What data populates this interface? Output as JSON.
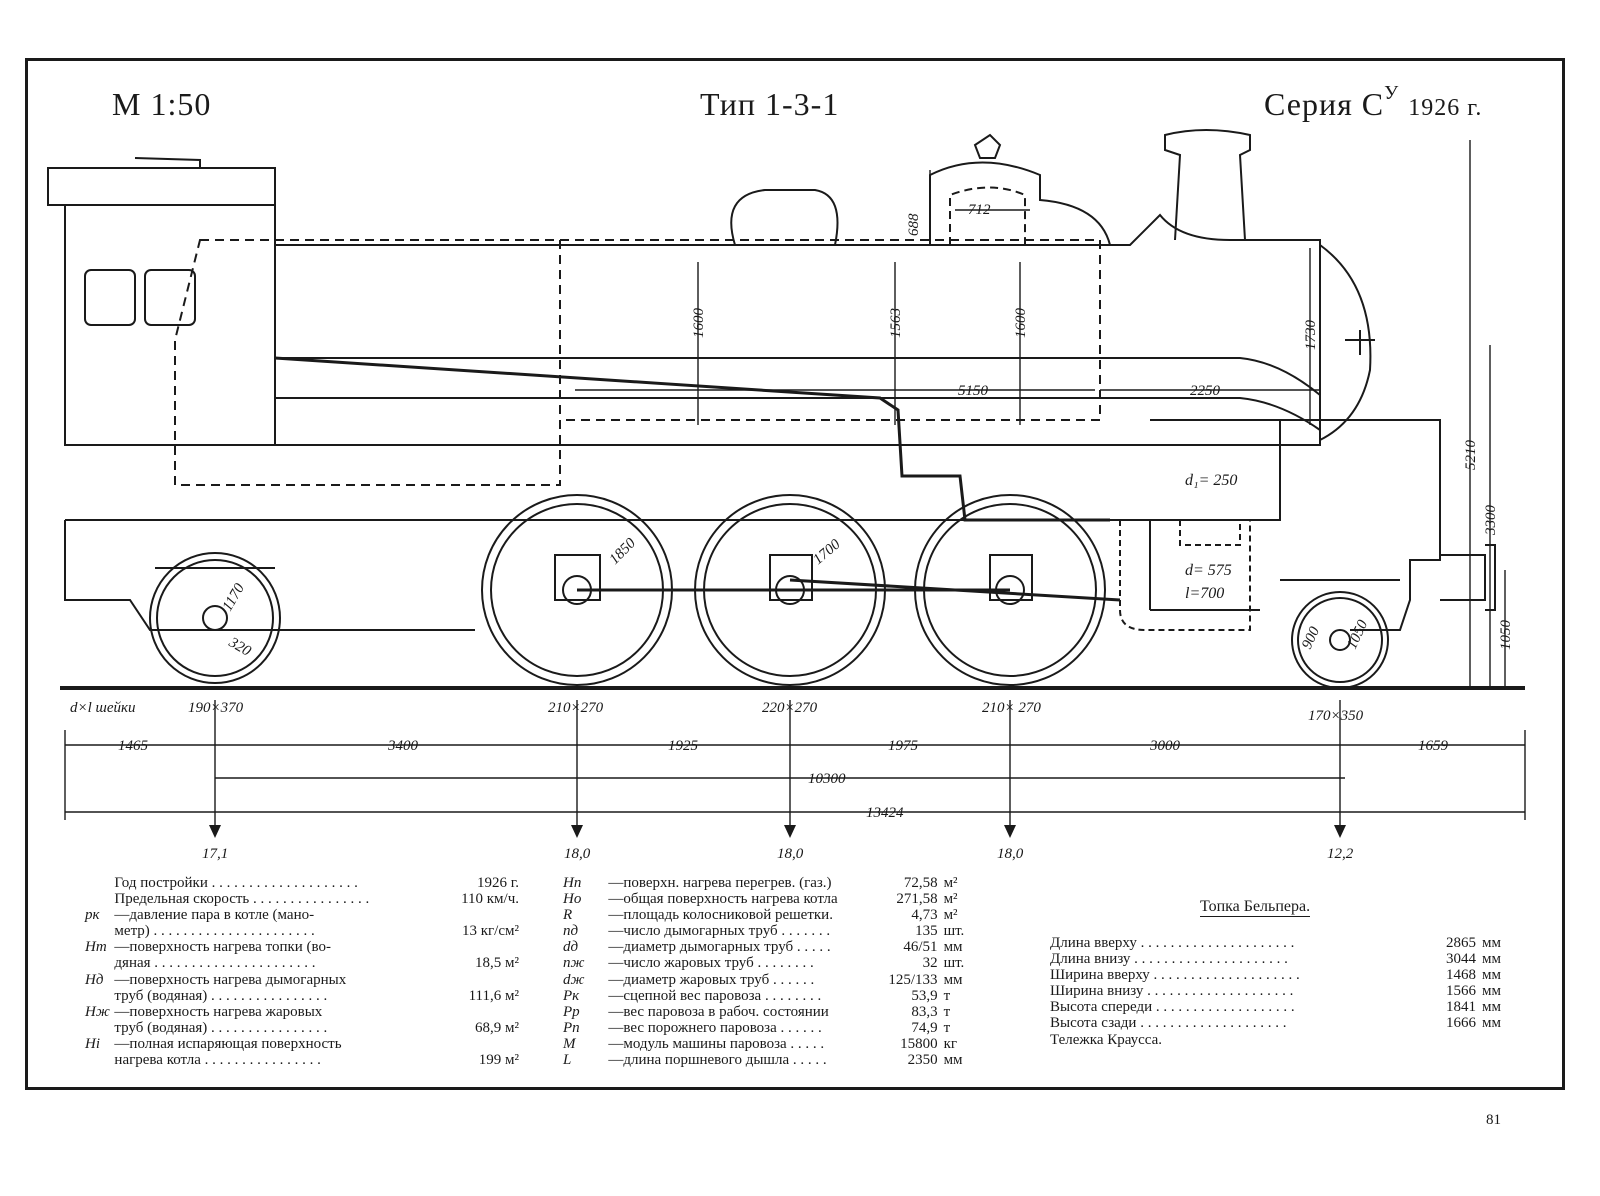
{
  "header": {
    "scale": "М 1:50",
    "type": "Тип 1-3-1",
    "series_prefix": "Серия С",
    "series_sup": "У",
    "series_year": "1926 г."
  },
  "drawing_dims": {
    "cab_window": "",
    "dim_688": "688",
    "dim_712": "712",
    "dim_1600a": "1600",
    "dim_1563": "1563",
    "dim_1600b": "1600",
    "dim_1730": "1730",
    "dim_5150": "5150",
    "dim_2250": "2250",
    "dim_5210": "5210",
    "dim_3300": "3300",
    "dim_1050_right": "1050",
    "d1": "d₁= 250",
    "d_cyl": "d= 575",
    "l_cyl": "l=700",
    "wheel_1850": "1850",
    "wheel_1700": "1700",
    "wheel_1170": "1170",
    "wheel_320": "320",
    "wheel_900": "900",
    "wheel_1050": "1050"
  },
  "journals": {
    "label": "d×l шейки",
    "j1": "190×370",
    "j2": "210×270",
    "j3": "220×270",
    "j4": "210× 270",
    "j5": "170×350"
  },
  "spacing": {
    "s1": "1465",
    "s2": "3400",
    "s3": "1925",
    "s4": "1975",
    "s5": "3000",
    "s6": "1659",
    "rigid": "10300",
    "total": "13424"
  },
  "axle_loads": [
    "17,1",
    "18,0",
    "18,0",
    "18,0",
    "12,2"
  ],
  "params_left": [
    {
      "sym": "",
      "name": "Год постройки . . . . . . . . . . . . . . . . . . . .",
      "val": "1926 г."
    },
    {
      "sym": "",
      "name": "Предельная скорость . . . . . . . . . . . . . . . .",
      "val": "110 км/ч."
    },
    {
      "sym": "pк",
      "name": "—давление пара в котле (мано-",
      "val": ""
    },
    {
      "sym": "",
      "name": "  метр) . . . . . . . . . . . . . . . . . . . . . .",
      "val": "13 кг/см²"
    },
    {
      "sym": "Hт",
      "name": "—поверхность нагрева топки (во-",
      "val": ""
    },
    {
      "sym": "",
      "name": "  дяная . . . . . . . . . . . . . . . . . . . . . .",
      "val": "18,5 м²"
    },
    {
      "sym": "Hд",
      "name": "—поверхность нагрева дымогарных",
      "val": ""
    },
    {
      "sym": "",
      "name": "  труб (водяная) . . . . . . . . . . . . . . . .",
      "val": "111,6 м²"
    },
    {
      "sym": "Hж",
      "name": "—поверхность нагрева жаровых",
      "val": ""
    },
    {
      "sym": "",
      "name": "  труб (водяная) . . . . . . . . . . . . . . . .",
      "val": "68,9 м²"
    },
    {
      "sym": "Hi",
      "name": "—полная испаряющая поверхность",
      "val": ""
    },
    {
      "sym": "",
      "name": "  нагрева котла . . . . . . . . . . . . . . . .",
      "val": "199 м²"
    }
  ],
  "params_right": [
    {
      "sym": "Hп",
      "name": "—поверхн. нагрева перегрев. (газ.)",
      "val": "72,58",
      "unit": "м²"
    },
    {
      "sym": "Ho",
      "name": "—общая поверхность нагрева котла",
      "val": "271,58",
      "unit": "м²"
    },
    {
      "sym": "R",
      "name": "—площадь колосниковой решетки.",
      "val": "4,73",
      "unit": "м²"
    },
    {
      "sym": "nд",
      "name": "—число дымогарных труб . . . . . . .",
      "val": "135",
      "unit": "шт."
    },
    {
      "sym": "dд",
      "name": "—диаметр дымогарных труб . . . . .",
      "val": "46/51",
      "unit": "мм"
    },
    {
      "sym": "nж",
      "name": "—число жаровых труб . . . . . . . .",
      "val": "32",
      "unit": "шт."
    },
    {
      "sym": "dж",
      "name": "—диаметр жаровых труб . . . . . .",
      "val": "125/133",
      "unit": "мм"
    },
    {
      "sym": "Pк",
      "name": "—сцепной вес паровоза . . . . . . . .",
      "val": "53,9",
      "unit": "т"
    },
    {
      "sym": "Pр",
      "name": "—вес паровоза в рабоч. состоянии",
      "val": "83,3",
      "unit": "т"
    },
    {
      "sym": "Pп",
      "name": "—вес порожнего паровоза . . . . . .",
      "val": "74,9",
      "unit": "т"
    },
    {
      "sym": "M",
      "name": "—модуль машины паровоза . . . . .",
      "val": "15800",
      "unit": "кг"
    },
    {
      "sym": "L",
      "name": "—длина поршневого дышла . . . . .",
      "val": "2350",
      "unit": "мм"
    }
  ],
  "firebox": {
    "title": "Топка Бельпера.",
    "rows": [
      {
        "name": "Длина вверху . . . . . . . . . . . . . . . . . . . . .",
        "val": "2865",
        "unit": "мм"
      },
      {
        "name": "Длина внизу . . . . . . . . . . . . . . . . . . . . .",
        "val": "3044",
        "unit": "мм"
      },
      {
        "name": "Ширина вверху . . . . . . . . . . . . . . . . . . . .",
        "val": "1468",
        "unit": "мм"
      },
      {
        "name": "Ширина внизу . . . . . . . . . . . . . . . . . . . .",
        "val": "1566",
        "unit": "мм"
      },
      {
        "name": "Высота спереди . . . . . . . . . . . . . . . . . . .",
        "val": "1841",
        "unit": "мм"
      },
      {
        "name": "Высота сзади . . . . . . . . . . . . . . . . . . . .",
        "val": "1666",
        "unit": "мм"
      }
    ],
    "bogie": "Тележка Краусса."
  },
  "page_number": "81"
}
